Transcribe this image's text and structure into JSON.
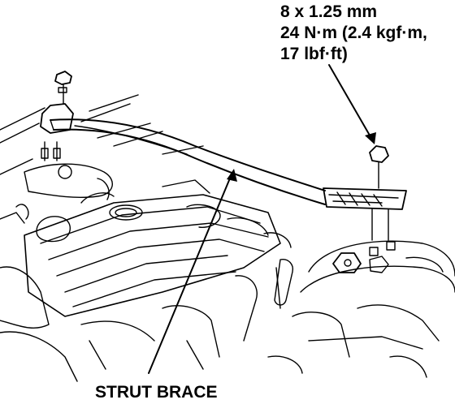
{
  "torque_spec": {
    "line1": "8 x 1.25 mm",
    "line2": "24 N·m (2.4 kgf·m,",
    "line3": "17 lbf·ft)"
  },
  "callout": {
    "label": "STRUT BRACE"
  },
  "colors": {
    "ink": "#000000",
    "paper": "#ffffff"
  }
}
